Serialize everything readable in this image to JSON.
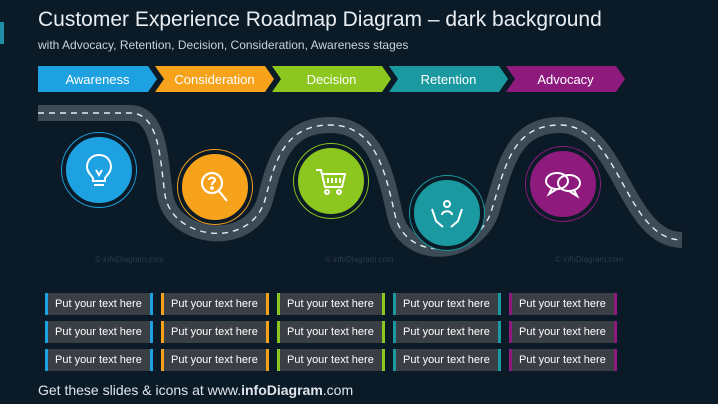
{
  "title": "Customer Experience Roadmap Diagram – dark background",
  "subtitle": "with Advocacy, Retention, Decision, Consideration, Awareness stages",
  "stages": [
    {
      "label": "Awareness",
      "color": "#1ea1e0"
    },
    {
      "label": "Consideration",
      "color": "#f7a21b"
    },
    {
      "label": "Decision",
      "color": "#8cc71f"
    },
    {
      "label": "Retention",
      "color": "#1a9aa0"
    },
    {
      "label": "Advocacy",
      "color": "#8e1a7e"
    }
  ],
  "circles": [
    {
      "icon": "lightbulb-icon",
      "color": "#1ea1e0"
    },
    {
      "icon": "magnifier-question-icon",
      "color": "#f7a21b"
    },
    {
      "icon": "shopping-cart-icon",
      "color": "#8cc71f"
    },
    {
      "icon": "hands-person-icon",
      "color": "#1a9aa0"
    },
    {
      "icon": "speech-bubbles-icon",
      "color": "#8e1a7e"
    }
  ],
  "text_grid": {
    "rows": [
      [
        "Put your text here",
        "Put your text here",
        "Put your text here",
        "Put your text here",
        "Put your text here"
      ],
      [
        "Put your text here",
        "Put your text here",
        "Put your text here",
        "Put your text here",
        "Put your text here"
      ],
      [
        "Put your text here",
        "Put your text here",
        "Put your text here",
        "Put your text here",
        "Put your text here"
      ]
    ]
  },
  "footer": {
    "prefix": "Get these slides & icons at www.",
    "brand": "infoDiagram",
    "suffix": ".com"
  },
  "watermark": "© infoDiagram.com"
}
